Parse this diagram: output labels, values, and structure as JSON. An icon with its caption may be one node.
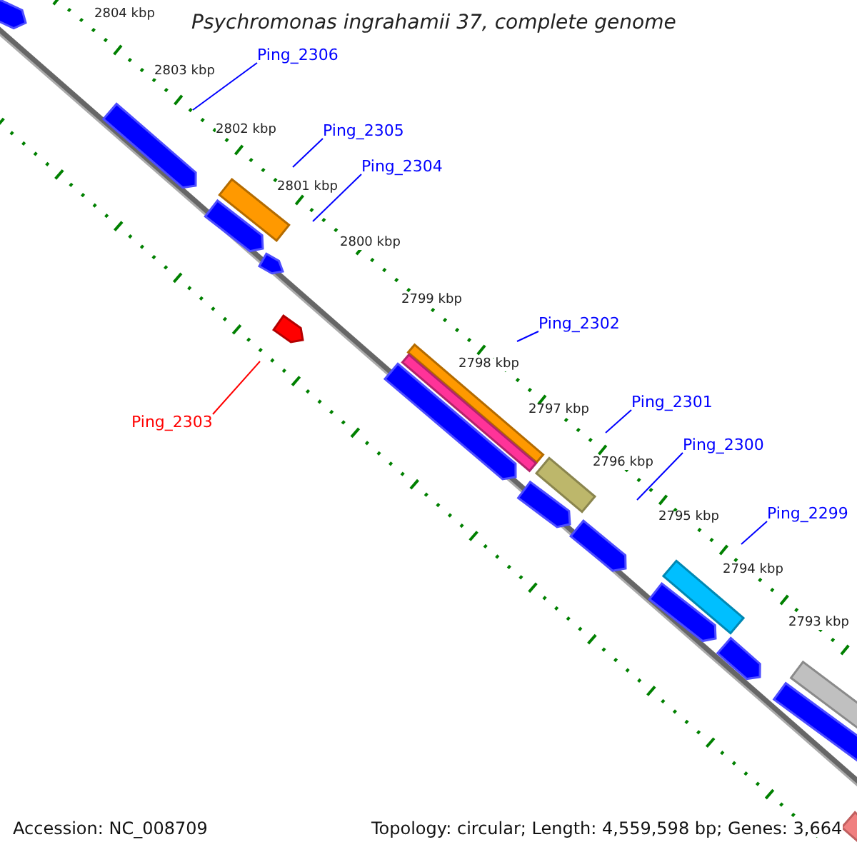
{
  "diagram": {
    "title": "Psychromonas ingrahamii 37, complete genome",
    "nodes": [
      {
        "text": [
          "Ping_2306"
        ]
      },
      {
        "text": [
          "Ping_2305"
        ]
      },
      {
        "text": [
          "Ping_2304"
        ]
      },
      {
        "text": [
          "Ping_2302"
        ]
      },
      {
        "text": [
          "Ping_2301"
        ]
      },
      {
        "text": [
          "Ping_2300"
        ]
      },
      {
        "text": [
          "Ping_2299"
        ]
      },
      {
        "text": [
          "Ping_2303"
        ]
      }
    ],
    "edges": [
      {
        "from": 0,
        "to": null,
        "arrow": "none"
      },
      {
        "from": 1,
        "to": null,
        "arrow": "none"
      },
      {
        "from": 2,
        "to": null,
        "arrow": "none"
      },
      {
        "from": 3,
        "to": null,
        "arrow": "none"
      },
      {
        "from": 4,
        "to": null,
        "arrow": "none"
      },
      {
        "from": 5,
        "to": null,
        "arrow": "none"
      },
      {
        "from": 6,
        "to": null,
        "arrow": "none"
      },
      {
        "from": 7,
        "to": null,
        "arrow": "none",
        "color": "#ff0000"
      }
    ],
    "labels": [
      "2804 kbp",
      "2803 kbp",
      "2802 kbp",
      "2801 kbp",
      "2800 kbp",
      "2799 kbp",
      "2798 kbp",
      "2797 kbp",
      "2796 kbp",
      "2795 kbp",
      "2794 kbp",
      "2793 kbp",
      "Accession: NC_008709",
      "Topology: circular; Length: 4,559,598 bp; Genes: 3,664"
    ]
  }
}
